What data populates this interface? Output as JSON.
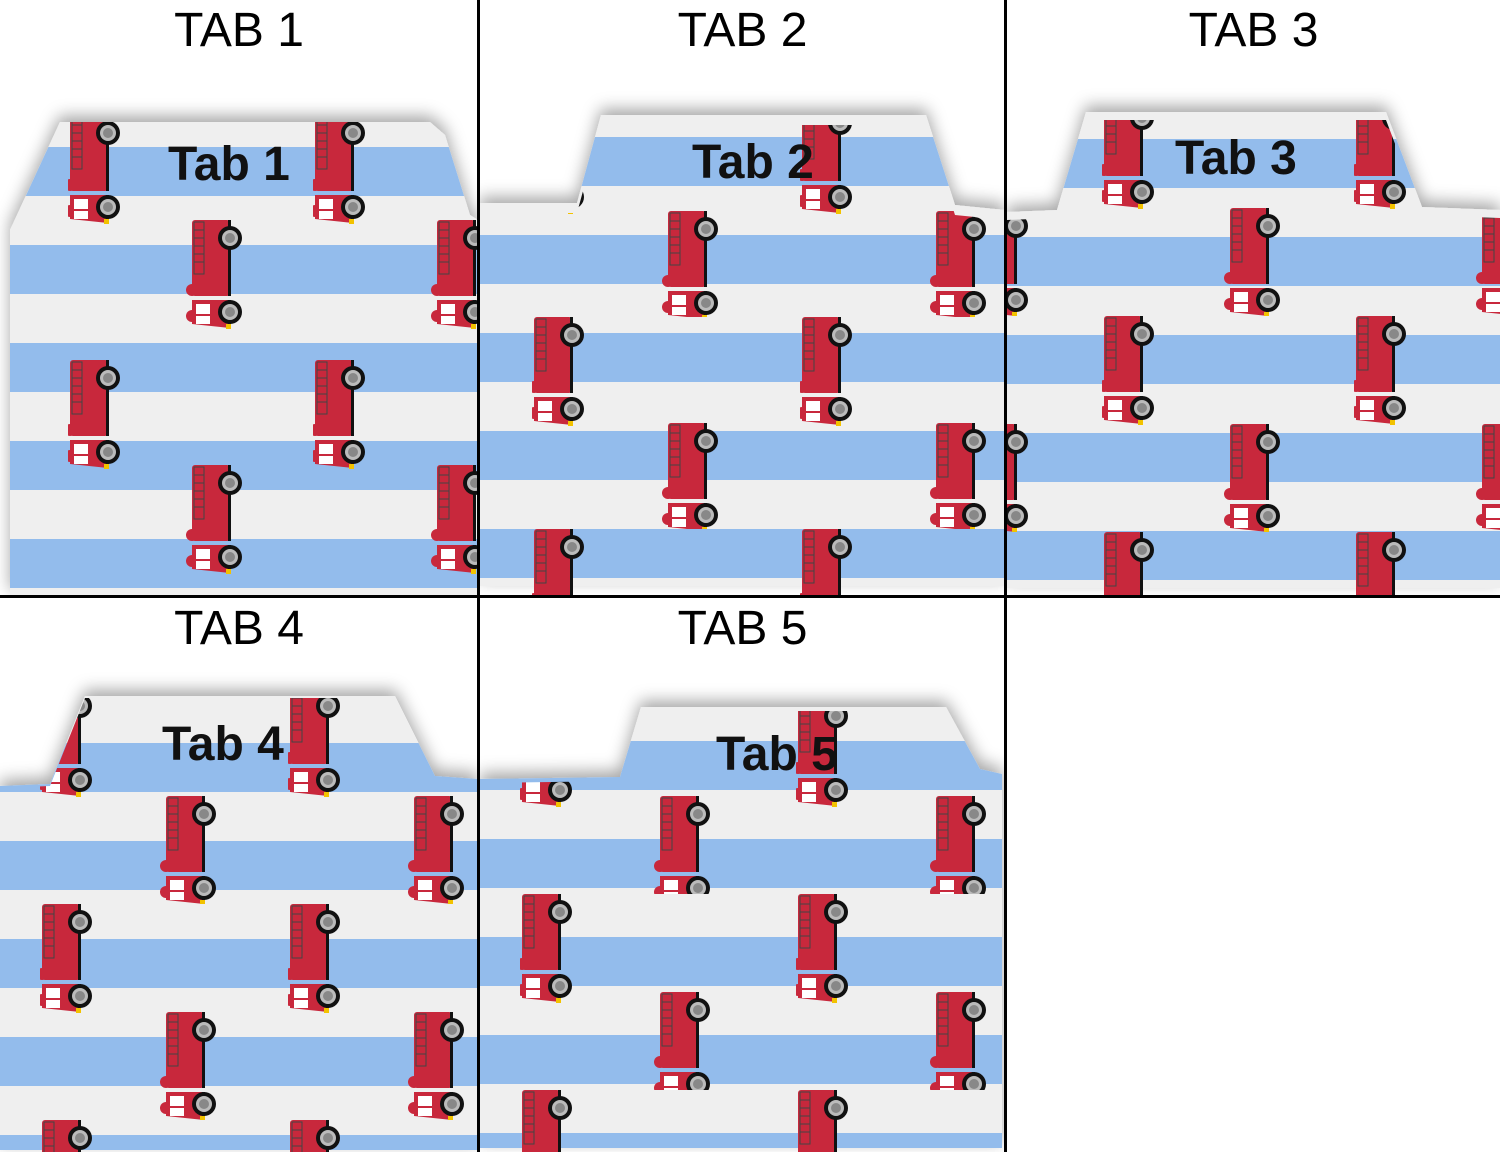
{
  "panels": [
    {
      "heading": "TAB 1",
      "tab_label": "Tab 1"
    },
    {
      "heading": "TAB 2",
      "tab_label": "Tab 2"
    },
    {
      "heading": "TAB 3",
      "tab_label": "Tab 3"
    },
    {
      "heading": "TAB 4",
      "tab_label": "Tab 4"
    },
    {
      "heading": "TAB 5",
      "tab_label": "Tab 5"
    }
  ],
  "colors": {
    "stripe_blue": "#93bcec",
    "stripe_white": "#efefef",
    "truck_red": "#c8283c"
  }
}
